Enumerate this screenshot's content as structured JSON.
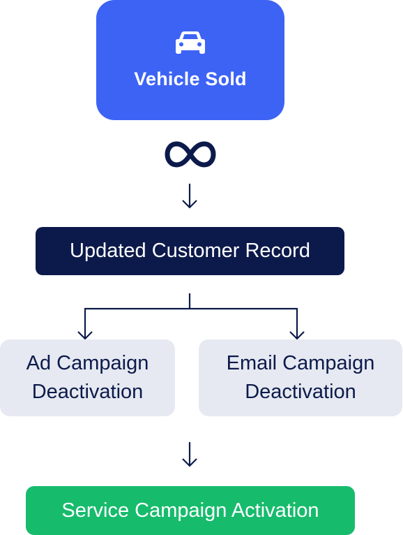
{
  "colors": {
    "primary_blue": "#3d63f5",
    "navy": "#0c1a4b",
    "light_gray": "#e6e9f1",
    "green": "#16bb6c",
    "white": "#ffffff",
    "arrow": "#0c1a4b"
  },
  "nodes": {
    "vehicle_sold": {
      "label": "Vehicle Sold",
      "icon": "car-icon"
    },
    "link": {
      "icon": "infinity-link-icon"
    },
    "customer_record": {
      "label": "Updated Customer Record"
    },
    "ad_campaign": {
      "line1": "Ad Campaign",
      "line2": "Deactivation"
    },
    "email_campaign": {
      "line1": "Email Campaign",
      "line2": "Deactivation"
    },
    "service_campaign": {
      "label": "Service Campaign Activation"
    }
  }
}
